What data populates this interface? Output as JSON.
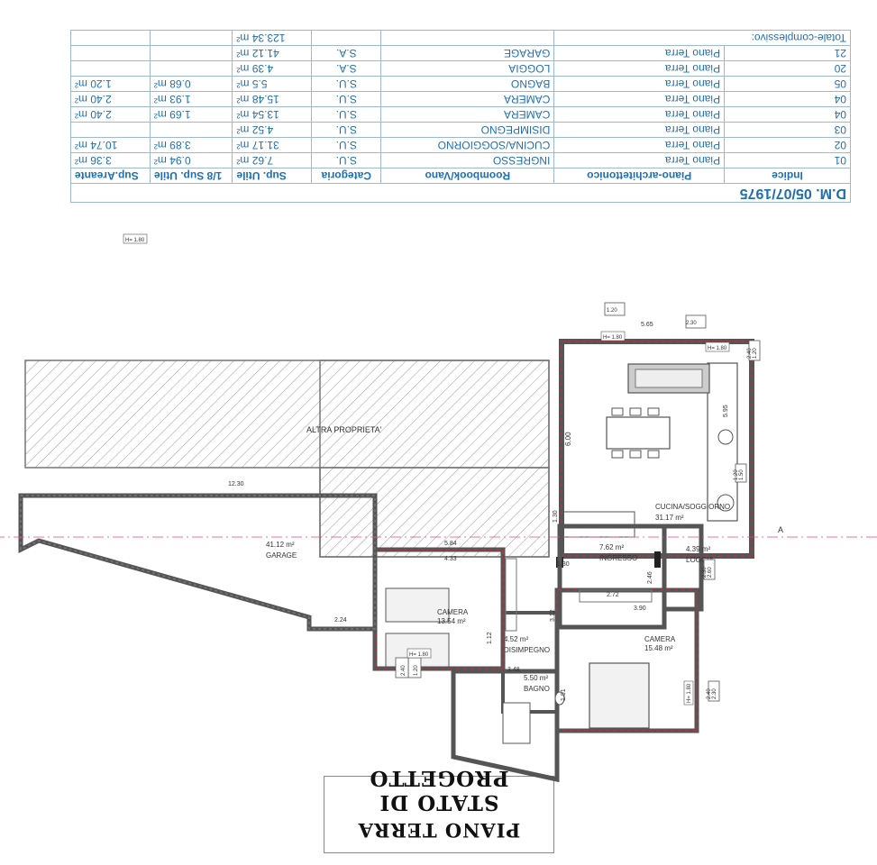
{
  "table": {
    "title": "D.M. 05/07/1975",
    "headers": [
      "Indice",
      "Piano-architettonico",
      "Roombook/Vano",
      "Categoria",
      "Sup. Utile",
      "1/8 Sup. Utile",
      "Sup.Areante"
    ],
    "rows": [
      [
        "01",
        "Piano Terra",
        "INGRESSO",
        "S.U.",
        "7.62 m²",
        "0.94 m²",
        "3.36 m²"
      ],
      [
        "02",
        "Piano Terra",
        "CUCINA/SOGGIORNO",
        "S.U.",
        "31.17 m²",
        "3.89 m²",
        "10.74 m²"
      ],
      [
        "03",
        "Piano Terra",
        "DISIMPEGNO",
        "S.U.",
        "4.52 m²",
        "",
        ""
      ],
      [
        "04",
        "Piano Terra",
        "CAMERA",
        "S.U.",
        "13.54 m²",
        "1.69 m²",
        "2.40 m²"
      ],
      [
        "04",
        "Piano Terra",
        "CAMERA",
        "S.U.",
        "15.48 m²",
        "1.93 m²",
        "2.40 m²"
      ],
      [
        "05",
        "Piano Terra",
        "BAGNO",
        "S.U.",
        "5.5 m²",
        "0.68 m²",
        "1.20 m²"
      ],
      [
        "20",
        "Piano Terra",
        "LOGGIA",
        "S.A.",
        "4.39 m²",
        "",
        ""
      ],
      [
        "21",
        "Piano Terra",
        "GARAGE",
        "S.A.",
        "41.12 m²",
        "",
        ""
      ]
    ],
    "total_label": "Totale-complessivo:",
    "total_value": "123.34 m²"
  },
  "stamp": {
    "line1": "PIANO TERRA",
    "line2": "STATO DI PROGETTO"
  },
  "plan": {
    "rooms": {
      "living_name": "CUCINA/SOGGIORNO",
      "living_area": "31.17 m²",
      "entry_name": "INGRESSO",
      "entry_area": "7.62 m²",
      "loggia_name": "LOGGIA",
      "loggia_area": "4.39 m²",
      "hall_name": "DISIMPEGNO",
      "hall_area": "4.52 m²",
      "camera1_name": "CAMERA",
      "camera1_area": "13.54 m²",
      "camera2_name": "CAMERA",
      "camera2_area": "15.48 m²",
      "bath_name": "BAGNO",
      "bath_area": "5.50 m²",
      "garage_name": "GARAGE",
      "garage_area": "41.12 m²",
      "other_property": "ALTRA PROPRIETA'"
    },
    "dims": {
      "d_600": "6.00",
      "d_565": "5.65",
      "d_1230": "12.30",
      "d_584": "5.84",
      "d_433": "4.33",
      "d_130": "1.30",
      "d_272": "2.72",
      "d_246": "2.46",
      "d_390": "3.90",
      "d_312": "3.12",
      "d_112": "1.12",
      "d_348": "3.48",
      "d_224": "2.24",
      "d_191": "1.91",
      "d_130b": "1.30",
      "d_595": "5.95"
    },
    "window_tags": {
      "w1": "H= 1.80",
      "w2": "H= 1.80",
      "w3": "H= 1.80",
      "w4": "H= 1.80",
      "w5": "H= 1.80",
      "w6": "1.20",
      "w7": "2.40",
      "w8": "2.30",
      "w9": "2.40",
      "w10": "1.50",
      "w11": "1.20",
      "w12": "2.30",
      "w13": "1.20",
      "w14": "1.20",
      "w15": "2.60",
      "w16": "2.30",
      "w17": "2.40"
    },
    "section_mark": "A"
  }
}
